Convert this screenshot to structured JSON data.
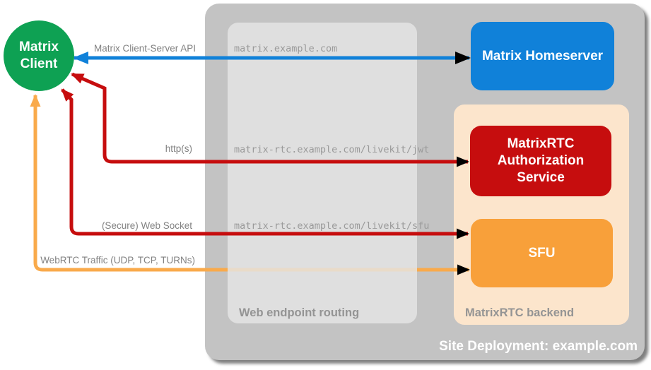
{
  "nodes": {
    "client": "Matrix Client",
    "homeserver": "Matrix Homeserver",
    "auth": "MatrixRTC Authorization Service",
    "sfu": "SFU"
  },
  "edges": {
    "client_server": {
      "label": "Matrix Client-Server API",
      "endpoint": "matrix.example.com"
    },
    "https": {
      "label": "http(s)",
      "endpoint": "matrix-rtc.example.com/livekit/jwt"
    },
    "websocket": {
      "label": "(Secure) Web Socket",
      "endpoint": "matrix-rtc.example.com/livekit/sfu"
    },
    "webrtc": {
      "label": "WebRTC Traffic (UDP, TCP, TURNs)"
    }
  },
  "containers": {
    "site": "Site Deployment: example.com",
    "routing": "Web endpoint routing",
    "backend": "MatrixRTC backend"
  },
  "colors": {
    "green": "#0ea153",
    "blue": "#1081d9",
    "red": "#c60d0e",
    "orange": "#f8a03a",
    "orange-arrow": "#f9aa4b",
    "peach": "#fce5cc",
    "gray-outer": "#c3c3c3",
    "gray-inner": "#e5e5e5",
    "text-gray": "#828282",
    "text-caption": "#949494",
    "text-mono": "#9a9a9a"
  }
}
